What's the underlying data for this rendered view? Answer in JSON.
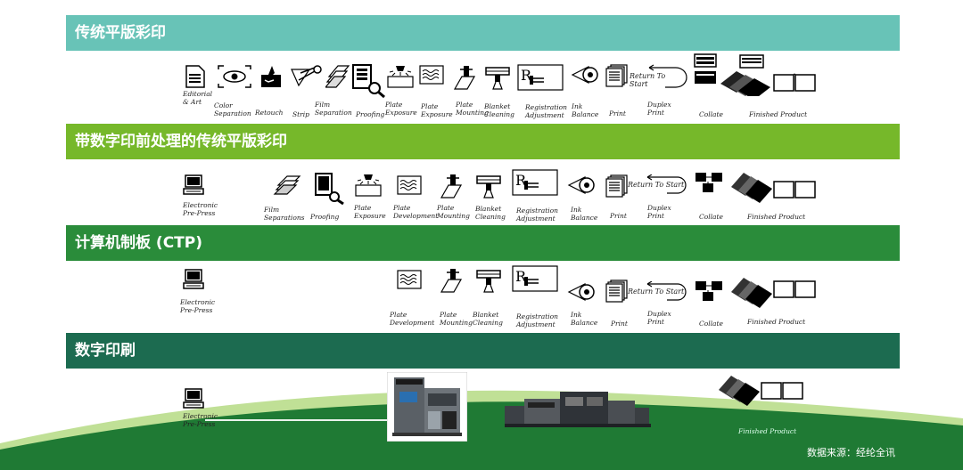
{
  "rows": [
    {
      "title": "传统平版彩印",
      "color": "#68c3b7",
      "steps": [
        {
          "icon": "document-icon",
          "label": "Editorial\n& Art"
        },
        {
          "icon": "eye-scan-icon",
          "label": "Color\nSeparation"
        },
        {
          "icon": "retouch-brush-icon",
          "label": "Retouch"
        },
        {
          "icon": "scissors-strip-icon",
          "label": "Strip"
        },
        {
          "icon": "film-sheets-icon",
          "label": "Film\nSeparation"
        },
        {
          "icon": "proofing-magnifier-icon",
          "label": "Proofing"
        },
        {
          "icon": "plate-exposure-lamp-icon",
          "label": "Plate\nExposure"
        },
        {
          "icon": "plate-wave-icon",
          "label": "Plate\nExposure"
        },
        {
          "icon": "plate-mounting-icon",
          "label": "Plate\nMounting"
        },
        {
          "icon": "blanket-cleaning-icon",
          "label": "Blanket\nCleaning"
        },
        {
          "icon": "registration-icon",
          "label": "Registration\nAdjustment"
        },
        {
          "icon": "ink-balance-icon",
          "label": "Ink\nBalance"
        },
        {
          "icon": "print-stack-icon",
          "label": "Print"
        },
        {
          "icon": "return-arrow-icon",
          "label": "Duplex\nPrint",
          "text": "Return To\nStart"
        },
        {
          "icon": "collate-stacks-icon",
          "label": "Collate"
        },
        {
          "icon": "open-book-icon",
          "label": "Finished Product"
        }
      ]
    },
    {
      "title": "带数字印前处理的传统平版彩印",
      "color": "#76b82a",
      "steps": [
        {
          "icon": "computer-icon",
          "label": "Electronic\nPre-Press"
        },
        {
          "icon": "film-sheets-icon",
          "label": "Film\nSeparations"
        },
        {
          "icon": "proofing-magnifier-icon",
          "label": "Proofing"
        },
        {
          "icon": "plate-exposure-lamp-icon",
          "label": "Plate\nExposure"
        },
        {
          "icon": "plate-wave-icon",
          "label": "Plate\nDevelopment"
        },
        {
          "icon": "plate-mounting-icon",
          "label": "Plate\nMounting"
        },
        {
          "icon": "blanket-cleaning-icon",
          "label": "Blanket\nCleaning"
        },
        {
          "icon": "registration-icon",
          "label": "Registration\nAdjustment"
        },
        {
          "icon": "ink-balance-icon",
          "label": "Ink\nBalance"
        },
        {
          "icon": "print-stack-icon",
          "label": "Print"
        },
        {
          "icon": "return-arrow-icon",
          "label": "Duplex\nPrint",
          "text": "Return To Start"
        },
        {
          "icon": "collate-stacks-icon",
          "label": "Collate"
        },
        {
          "icon": "open-book-icon",
          "label": "Finished Product"
        }
      ]
    },
    {
      "title": "计算机制板 (CTP)",
      "color": "#2a8c3a",
      "steps": [
        {
          "icon": "computer-icon",
          "label": "Electronic\nPre-Press"
        },
        {
          "icon": "plate-wave-icon",
          "label": "Plate\nDevelopment"
        },
        {
          "icon": "plate-mounting-icon",
          "label": "Plate\nMounting"
        },
        {
          "icon": "blanket-cleaning-icon",
          "label": "Blanket\nCleaning"
        },
        {
          "icon": "registration-icon",
          "label": "Registration\nAdjustment"
        },
        {
          "icon": "ink-balance-icon",
          "label": "Ink\nBalance"
        },
        {
          "icon": "print-stack-icon",
          "label": "Print"
        },
        {
          "icon": "return-arrow-icon",
          "label": "Duplex\nPrint",
          "text": "Return To Start"
        },
        {
          "icon": "collate-stacks-icon",
          "label": "Collate"
        },
        {
          "icon": "open-book-icon",
          "label": "Finished Product"
        }
      ]
    },
    {
      "title": "数字印刷",
      "color": "#1c6b50",
      "steps": [
        {
          "icon": "computer-icon",
          "label": "Electronic\nPre-Press"
        },
        {
          "icon": "digital-press-photo",
          "label": ""
        },
        {
          "icon": "inline-press-photo",
          "label": ""
        },
        {
          "icon": "open-book-icon",
          "label": "Finished Product"
        }
      ]
    }
  ],
  "source": "数据来源：经纶全讯",
  "colors": {
    "hill": "#1f7a34",
    "hill_light": "#8cc63f"
  }
}
